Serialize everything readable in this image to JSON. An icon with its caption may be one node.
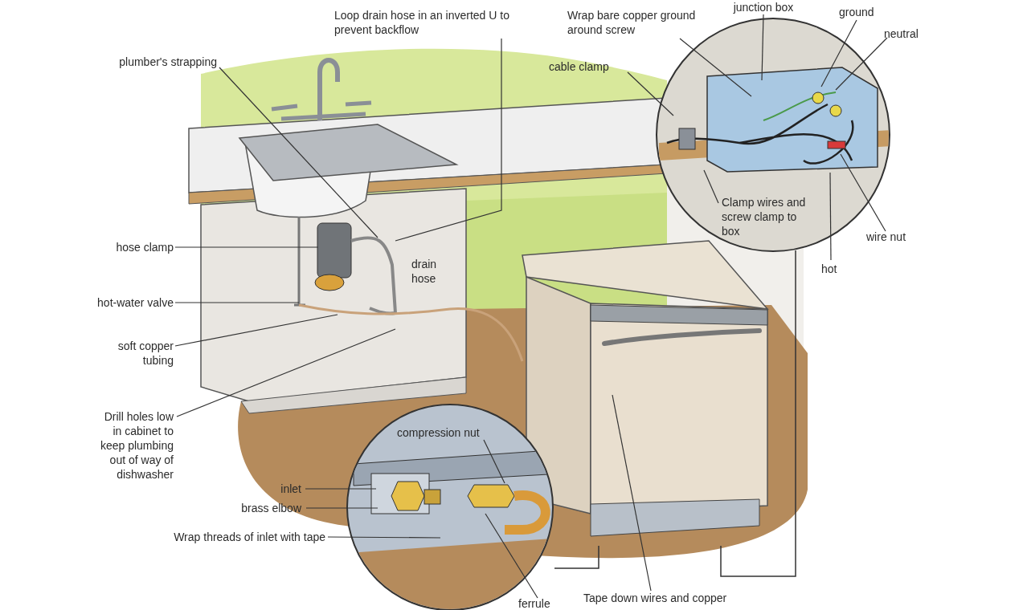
{
  "diagram": {
    "nodes": [
      {
        "text": [
          "Loop drain hose in an inverted U to prevent backflow"
        ]
      },
      {
        "text": [
          "junction box"
        ]
      },
      {
        "text": [
          "ground"
        ]
      },
      {
        "text": [
          "Wrap bare copper ground around screw"
        ]
      },
      {
        "text": [
          "neutral"
        ]
      },
      {
        "text": [
          "plumber's strapping"
        ]
      },
      {
        "text": [
          "cable clamp"
        ]
      },
      {
        "text": [
          "Clamp wires and screw clamp to box"
        ]
      },
      {
        "text": [
          "hose clamp"
        ]
      },
      {
        "text": [
          "drain hose"
        ]
      },
      {
        "text": [
          "wire nut"
        ]
      },
      {
        "text": [
          "hot"
        ]
      },
      {
        "text": [
          "hot-water valve"
        ]
      },
      {
        "text": [
          "soft copper tubing"
        ]
      },
      {
        "text": [
          "Drill holes low in cabinet to keep plumbing out of way of dishwasher"
        ]
      },
      {
        "text": [
          "compression nut"
        ]
      },
      {
        "text": [
          "inlet"
        ]
      },
      {
        "text": [
          "brass elbow"
        ]
      },
      {
        "text": [
          "Wrap threads of inlet with tape"
        ]
      },
      {
        "text": [
          "ferrule"
        ]
      },
      {
        "text": [
          "Tape down wires and copper"
        ]
      }
    ],
    "edges": [
      {
        "from": 0,
        "to": null,
        "arrow": "none"
      },
      {
        "from": 1,
        "to": null,
        "arrow": "none"
      },
      {
        "from": 2,
        "to": null,
        "arrow": "none"
      },
      {
        "from": 3,
        "to": null,
        "arrow": "none"
      },
      {
        "from": 4,
        "to": null,
        "arrow": "none"
      },
      {
        "from": 5,
        "to": null,
        "arrow": "none"
      },
      {
        "from": 6,
        "to": null,
        "arrow": "none"
      },
      {
        "from": 7,
        "to": null,
        "arrow": "none"
      },
      {
        "from": 8,
        "to": null,
        "arrow": "none"
      },
      {
        "from": 10,
        "to": null,
        "arrow": "none"
      },
      {
        "from": 11,
        "to": null,
        "arrow": "none"
      },
      {
        "from": 12,
        "to": null,
        "arrow": "none"
      },
      {
        "from": 13,
        "to": null,
        "arrow": "none"
      },
      {
        "from": 14,
        "to": null,
        "arrow": "none"
      },
      {
        "from": 15,
        "to": null,
        "arrow": "none"
      },
      {
        "from": 16,
        "to": null,
        "arrow": "none"
      },
      {
        "from": 17,
        "to": null,
        "arrow": "none"
      },
      {
        "from": 18,
        "to": null,
        "arrow": "none"
      },
      {
        "from": 19,
        "to": null,
        "arrow": "none"
      },
      {
        "from": 20,
        "to": null,
        "arrow": "none"
      }
    ]
  }
}
